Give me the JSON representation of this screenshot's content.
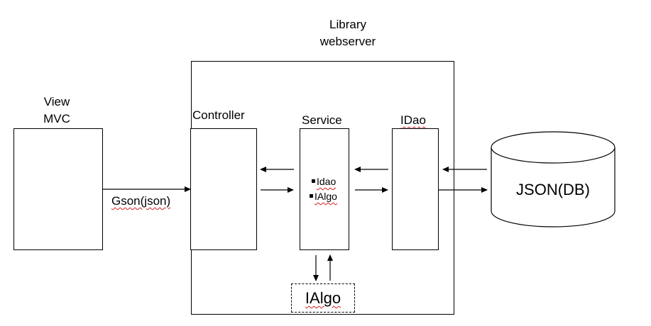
{
  "diagram": {
    "server_title": [
      "Library",
      "webserver"
    ],
    "view_title": [
      "View",
      "MVC"
    ],
    "controller_label": "Controller",
    "service_label": "Service",
    "service_items": [
      "Idao",
      "IAlgo"
    ],
    "idao_label": "IDao",
    "db_label": "JSON(DB)",
    "algo_label": "IAlgo",
    "edge_label": "Gson(json)"
  }
}
